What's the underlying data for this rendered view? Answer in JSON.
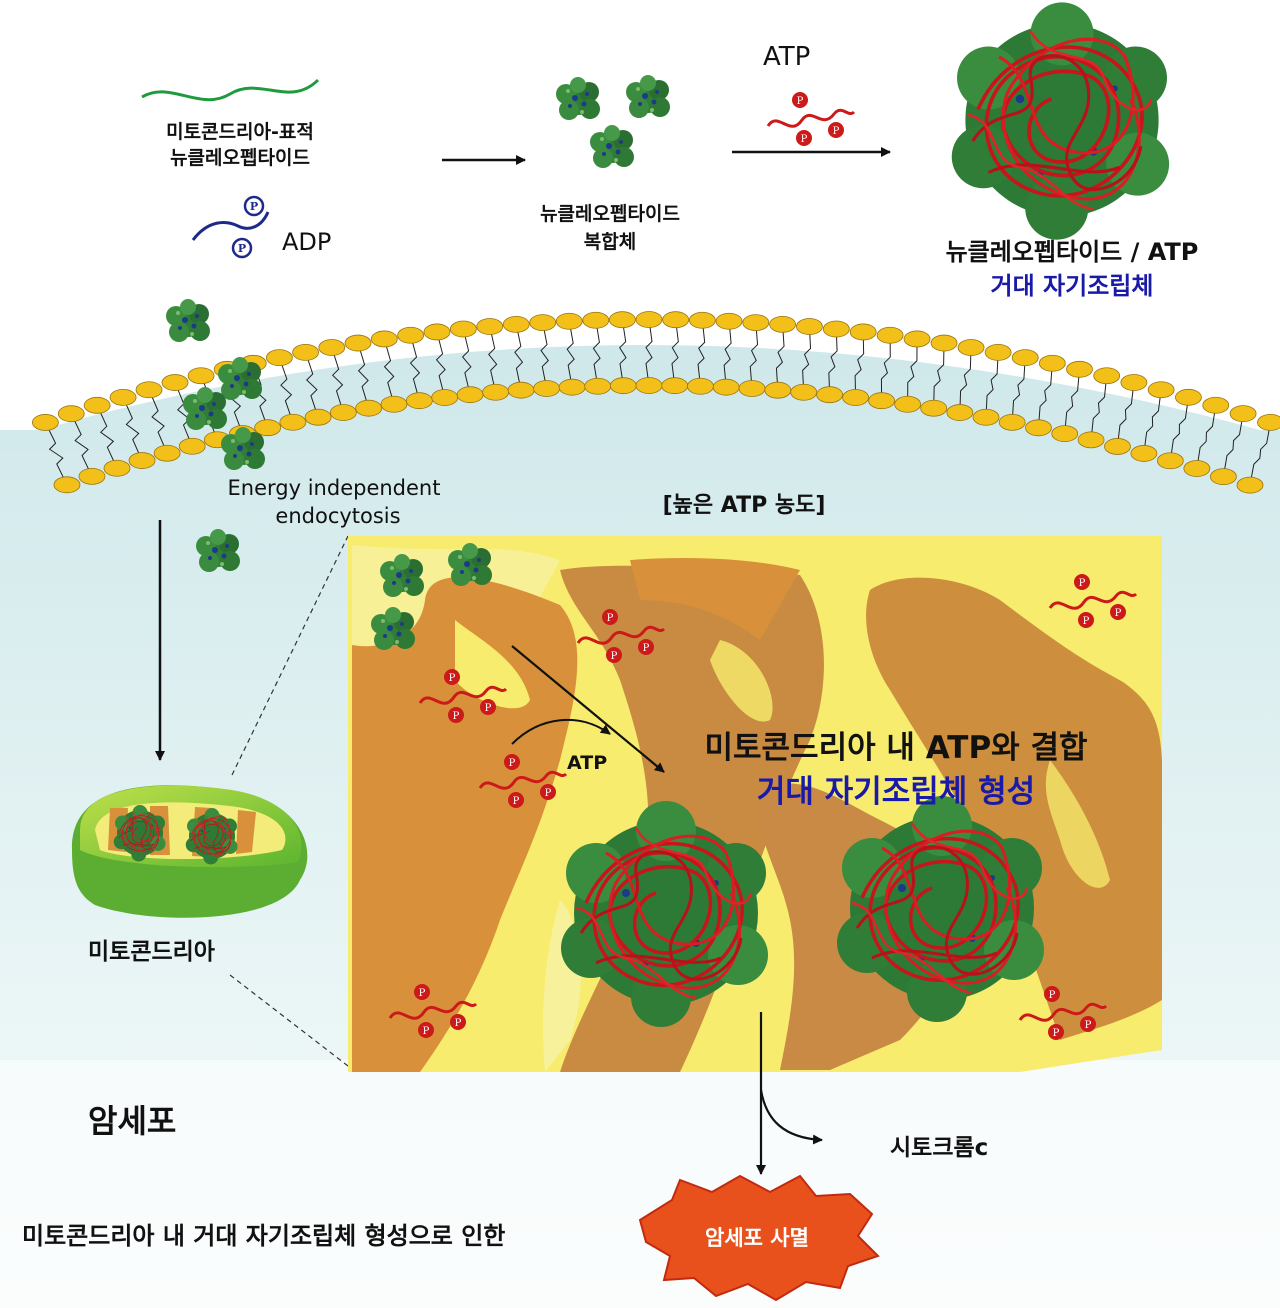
{
  "top": {
    "peptide_label_line1": "미토콘드리아-표적",
    "peptide_label_line2": "뉴클레오펩타이드",
    "adp_label": "ADP",
    "complex_label_line1": "뉴클레오펩타이드",
    "complex_label_line2": "복합체",
    "atp_label": "ATP",
    "assembly_label_line1": "뉴클레오펩타이드 / ATP",
    "assembly_label_line2": "거대 자기조립체"
  },
  "cell": {
    "endocytosis_line1": "Energy independent",
    "endocytosis_line2": "endocytosis",
    "high_atp": "[높은 ATP 농도]",
    "mitochondria_label": "미토콘드리아",
    "cell_label": "암세포"
  },
  "inset": {
    "atp_label": "ATP",
    "bind_line1": "미토콘드리아 내 ATP와 결합",
    "bind_line2": "거대 자기조립체 형성"
  },
  "bottom": {
    "cytochrome": "시토크롬c",
    "cause_text": "미토콘드리아 내 거대 자기조립체 형성으로 인한",
    "death_label": "암세포 사멸"
  },
  "colors": {
    "membrane_head": "#f2c019",
    "cytoplasm": "#dcecee",
    "inset_bg": "#f7ec6e",
    "cristae": "#d8913a",
    "atp_red": "#cc1a1a",
    "adp_blue": "#1e2a8a",
    "peptide_green": "#1f9a3f",
    "complex_green": "#2c7a36",
    "death_fill": "#e8501c",
    "label_blue": "#1a1aa8"
  }
}
